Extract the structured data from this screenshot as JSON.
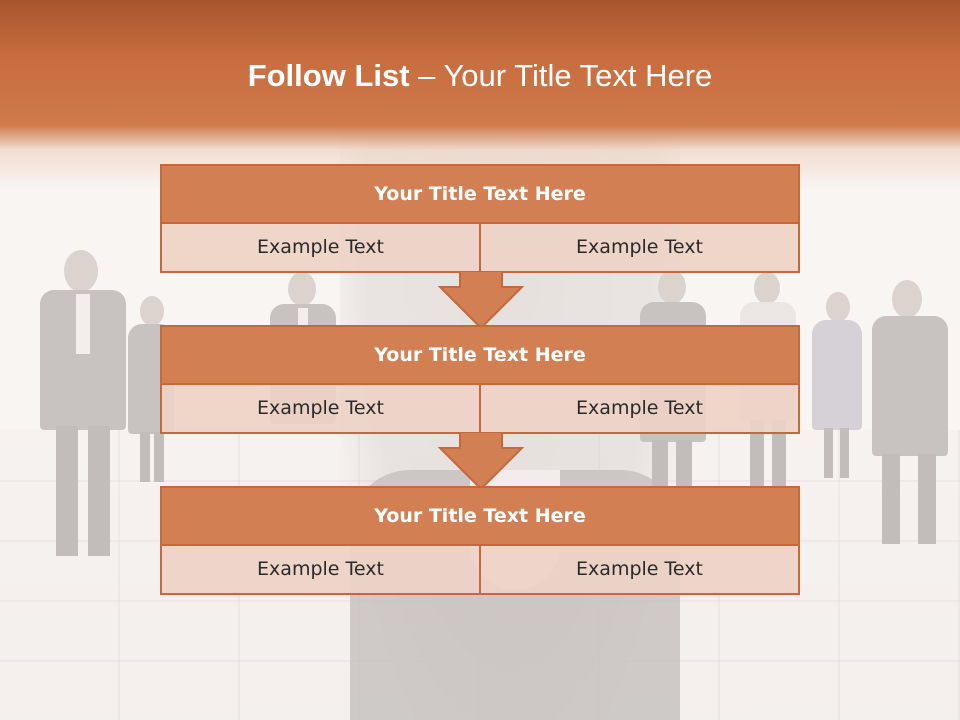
{
  "slide": {
    "title_bold": "Follow List",
    "title_rest": " – Your Title Text Here"
  },
  "steps": [
    {
      "title": "Your Title Text Here",
      "left": "Example Text",
      "right": "Example Text"
    },
    {
      "title": "Your Title Text Here",
      "left": "Example Text",
      "right": "Example Text"
    },
    {
      "title": "Your Title Text Here",
      "left": "Example Text",
      "right": "Example Text"
    }
  ],
  "arrows": [
    "down-arrow-icon",
    "down-arrow-icon"
  ],
  "colors": {
    "accent": "#d27f53",
    "border": "#c7683b",
    "cell_fill": "#eed2c6",
    "header_dark": "#a8552f"
  }
}
